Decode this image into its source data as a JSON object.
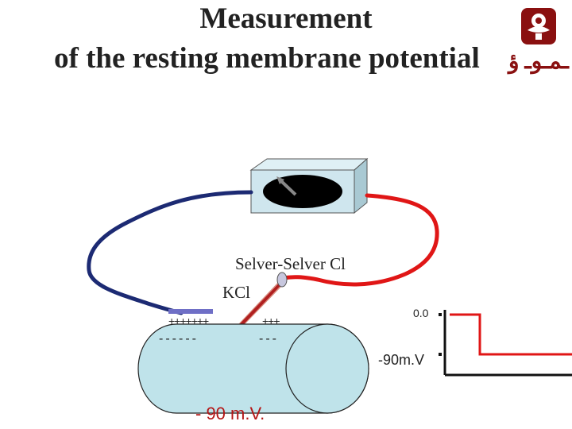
{
  "title": {
    "line1": "Measurement",
    "line2": "of the resting membrane potential"
  },
  "logo": {
    "name": "university-crest",
    "watermark_text": "ـمـوـ ؤ"
  },
  "diagram": {
    "electrode_label": "Selver-Selver Cl",
    "kcl_label": "KCl",
    "outer_charge_left": "+++++++",
    "outer_charge_right": "+++",
    "inner_charge_left": "------",
    "inner_charge_right": "---",
    "cell_potential": "- 90 m.V."
  },
  "graph": {
    "top_label": "0.0",
    "bottom_label": "-90m.V"
  },
  "colors": {
    "meter_body": "#cfe6ee",
    "meter_dial": "#000000",
    "blue_wire": "#1c2a73",
    "red_wire": "#e01616",
    "cell_fill": "#bfe3ea",
    "graph_trace": "#e01616",
    "electrode_plate": "#6f6fc6"
  }
}
